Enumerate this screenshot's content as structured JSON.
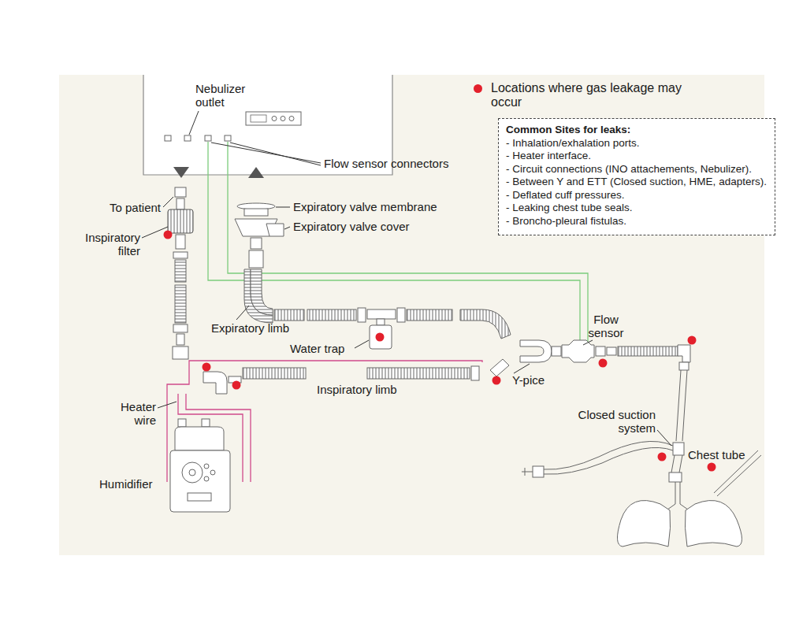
{
  "diagram": {
    "nodes": [
      {
        "text": [
          "Common Sites for leaks:",
          "- Inhalation/exhalation ports.",
          "- Heater interface.",
          "- Circuit connections (INO attachements, Nebulizer).",
          "- Between Y and ETT (Closed suction, HME, adapters).",
          "- Deflated cuff pressures.",
          "- Leaking chest tube seals.",
          "- Broncho-pleural fistulas."
        ]
      }
    ],
    "labels": [
      "Nebulizer outlet",
      "Flow sensor connectors",
      "To patient",
      "Expiratory valve membrane",
      "Expiratory valve cover",
      "Inspiratory filter",
      "Expiratory limb",
      "Water trap",
      "Flow sensor",
      "Y-pice",
      "Inspiratory limb",
      "Heater wire",
      "Humidifier",
      "Closed suction system",
      "Chest tube"
    ],
    "legend": [
      {
        "text": "Locations where gas leakage may occur",
        "color": "#e3202c"
      }
    ]
  }
}
